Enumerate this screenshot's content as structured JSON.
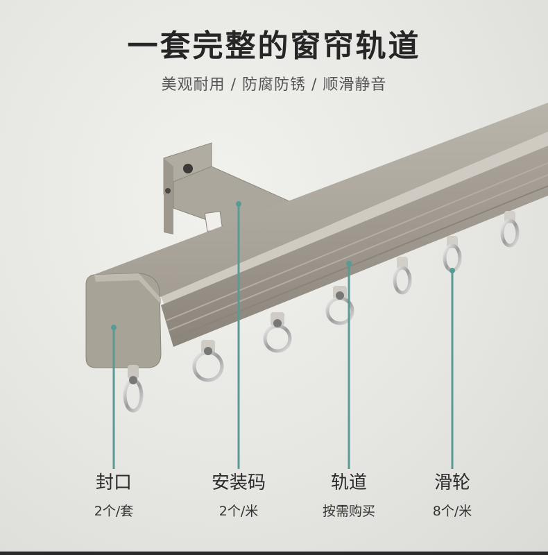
{
  "header": {
    "title": "一套完整的窗帘轨道",
    "subtitle": "美观耐用 / 防腐防锈 / 顺滑静音"
  },
  "parts": [
    {
      "name": "封口",
      "spec": "2个/套"
    },
    {
      "name": "安装码",
      "spec": "2个/米"
    },
    {
      "name": "轨道",
      "spec": "按需购买"
    },
    {
      "name": "滑轮",
      "spec": "8个/米"
    }
  ],
  "colors": {
    "rail": "#a8a298",
    "callout_line": "#5a9a94",
    "background": "#e6e6e2"
  }
}
